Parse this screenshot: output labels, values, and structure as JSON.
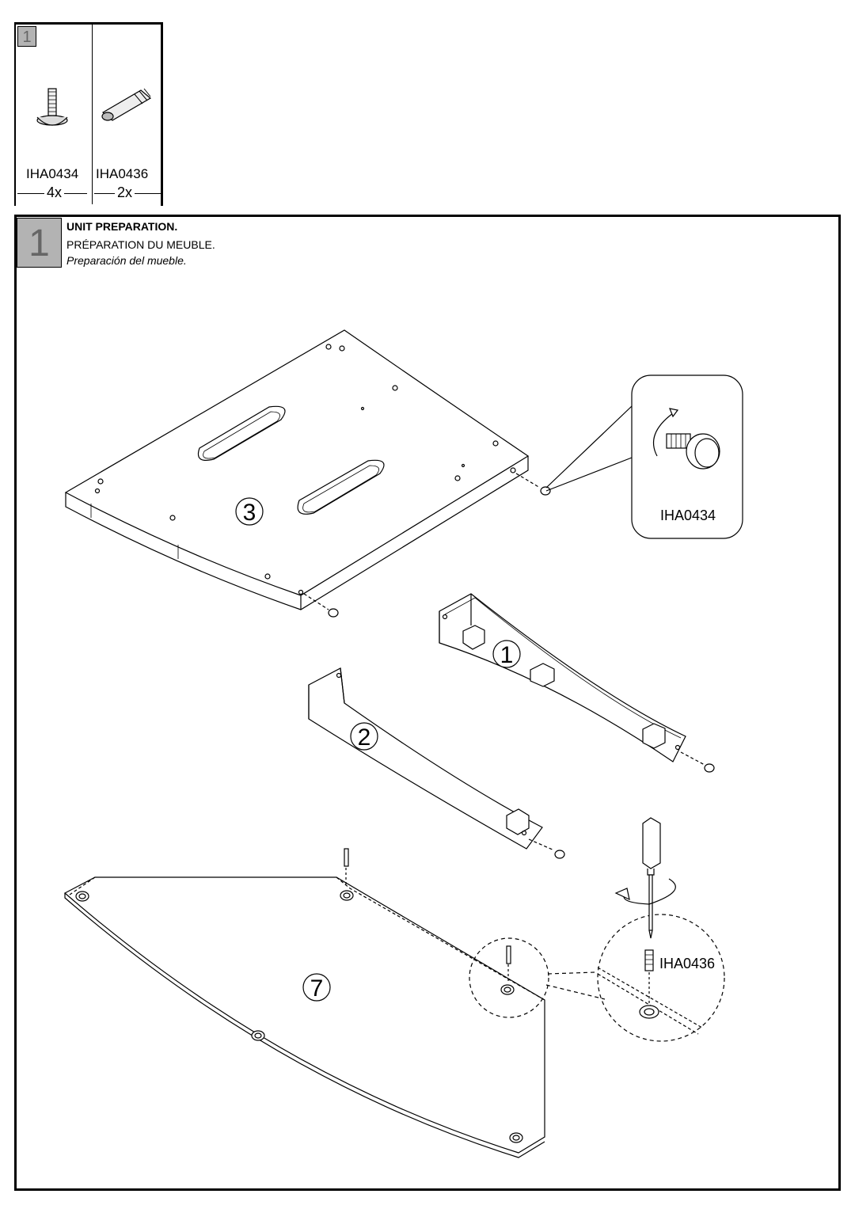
{
  "parts_panel": {
    "badge": "1",
    "parts": [
      {
        "code": "IHA0434",
        "qty": "4x",
        "icon": "flange-screw-icon"
      },
      {
        "code": "IHA0436",
        "qty": "2x",
        "icon": "threaded-insert-icon"
      }
    ]
  },
  "step": {
    "number": "1",
    "title_en": "UNIT PREPARATION.",
    "title_fr": "PRÉPARATION DU MEUBLE.",
    "title_es": "Preparación del mueble."
  },
  "diagram": {
    "panel_3": "3",
    "panel_1": "1",
    "panel_2": "2",
    "panel_7": "7",
    "callout_screw": "IHA0434",
    "callout_insert": "IHA0436"
  }
}
